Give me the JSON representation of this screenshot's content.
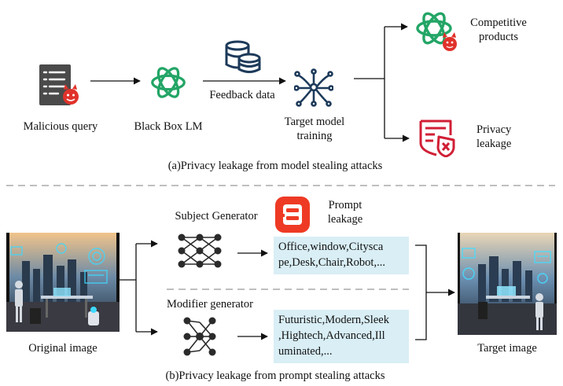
{
  "part_a": {
    "malicious_query": "Malicious query",
    "black_box_lm": "Black Box LM",
    "feedback_data": "Feedback data",
    "target_training_1": "Target model",
    "target_training_2": "training",
    "competitive_1": "Competitive",
    "competitive_2": "products",
    "privacy_1": "Privacy",
    "privacy_2": "leakage",
    "caption": "(a)Privacy leakage from model stealing attacks"
  },
  "part_b": {
    "subject_generator": "Subject Generator",
    "prompt_1": "Prompt",
    "prompt_2": "leakage",
    "subject_lines": [
      "Office,window,Citysca",
      "pe,Desk,Chair,Robot,..."
    ],
    "modifier_generator": "Modifier generator",
    "modifier_lines": [
      "Futuristic,Modern,Sleek",
      ",Hightech,Advanced,Ill",
      "uminated,..."
    ],
    "original_image": "Original image",
    "target_image": "Target image",
    "caption": "(b)Privacy leakage from prompt stealing attacks"
  },
  "colors": {
    "openai_green": "#23a566",
    "devil_red": "#e0322b",
    "alert_red": "#d11f35",
    "db_navy": "#1d3a5a",
    "box_fill": "#d9eef5",
    "doc_gray": "#4a4a4a"
  },
  "icons": [
    "document-icon",
    "devil-emoji-icon",
    "openai-logo-icon",
    "database-icon",
    "neural-circuit-icon",
    "shield-alert-icon",
    "prompt-app-icon",
    "neural-network-icon"
  ]
}
